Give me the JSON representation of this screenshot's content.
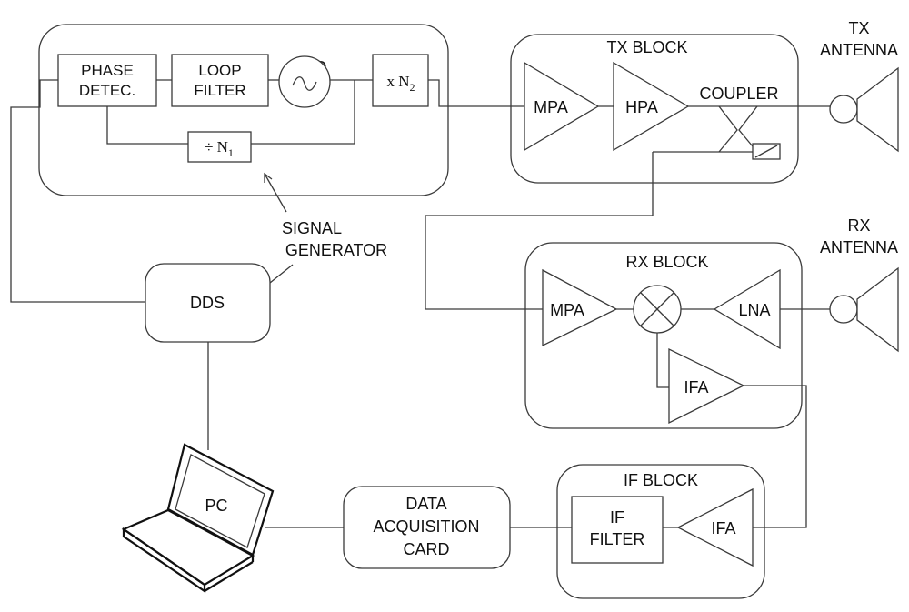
{
  "signal_generator": {
    "label_line1": "SIGNAL",
    "label_line2": "GENERATOR",
    "phase_detector": {
      "line1": "PHASE",
      "line2": "DETEC."
    },
    "loop_filter": {
      "line1": "LOOP",
      "line2": "FILTER"
    },
    "vco": "VCO",
    "multiplier": {
      "prefix": "x N",
      "sub": "2"
    },
    "divider": {
      "prefix": "÷ N",
      "sub": "1"
    }
  },
  "dds": "DDS",
  "pc": "PC",
  "data_acquisition_card": {
    "line1": "DATA",
    "line2": "ACQUISITION",
    "line3": "CARD"
  },
  "tx_block": {
    "title": "TX BLOCK",
    "mpa": "MPA",
    "hpa": "HPA",
    "coupler": "COUPLER"
  },
  "tx_antenna": {
    "line1": "TX",
    "line2": "ANTENNA"
  },
  "rx_block": {
    "title": "RX BLOCK",
    "mpa": "MPA",
    "lna": "LNA",
    "ifa": "IFA"
  },
  "rx_antenna": {
    "line1": "RX",
    "line2": "ANTENNA"
  },
  "if_block": {
    "title": "IF BLOCK",
    "filter_line1": "IF",
    "filter_line2": "FILTER",
    "ifa": "IFA"
  }
}
